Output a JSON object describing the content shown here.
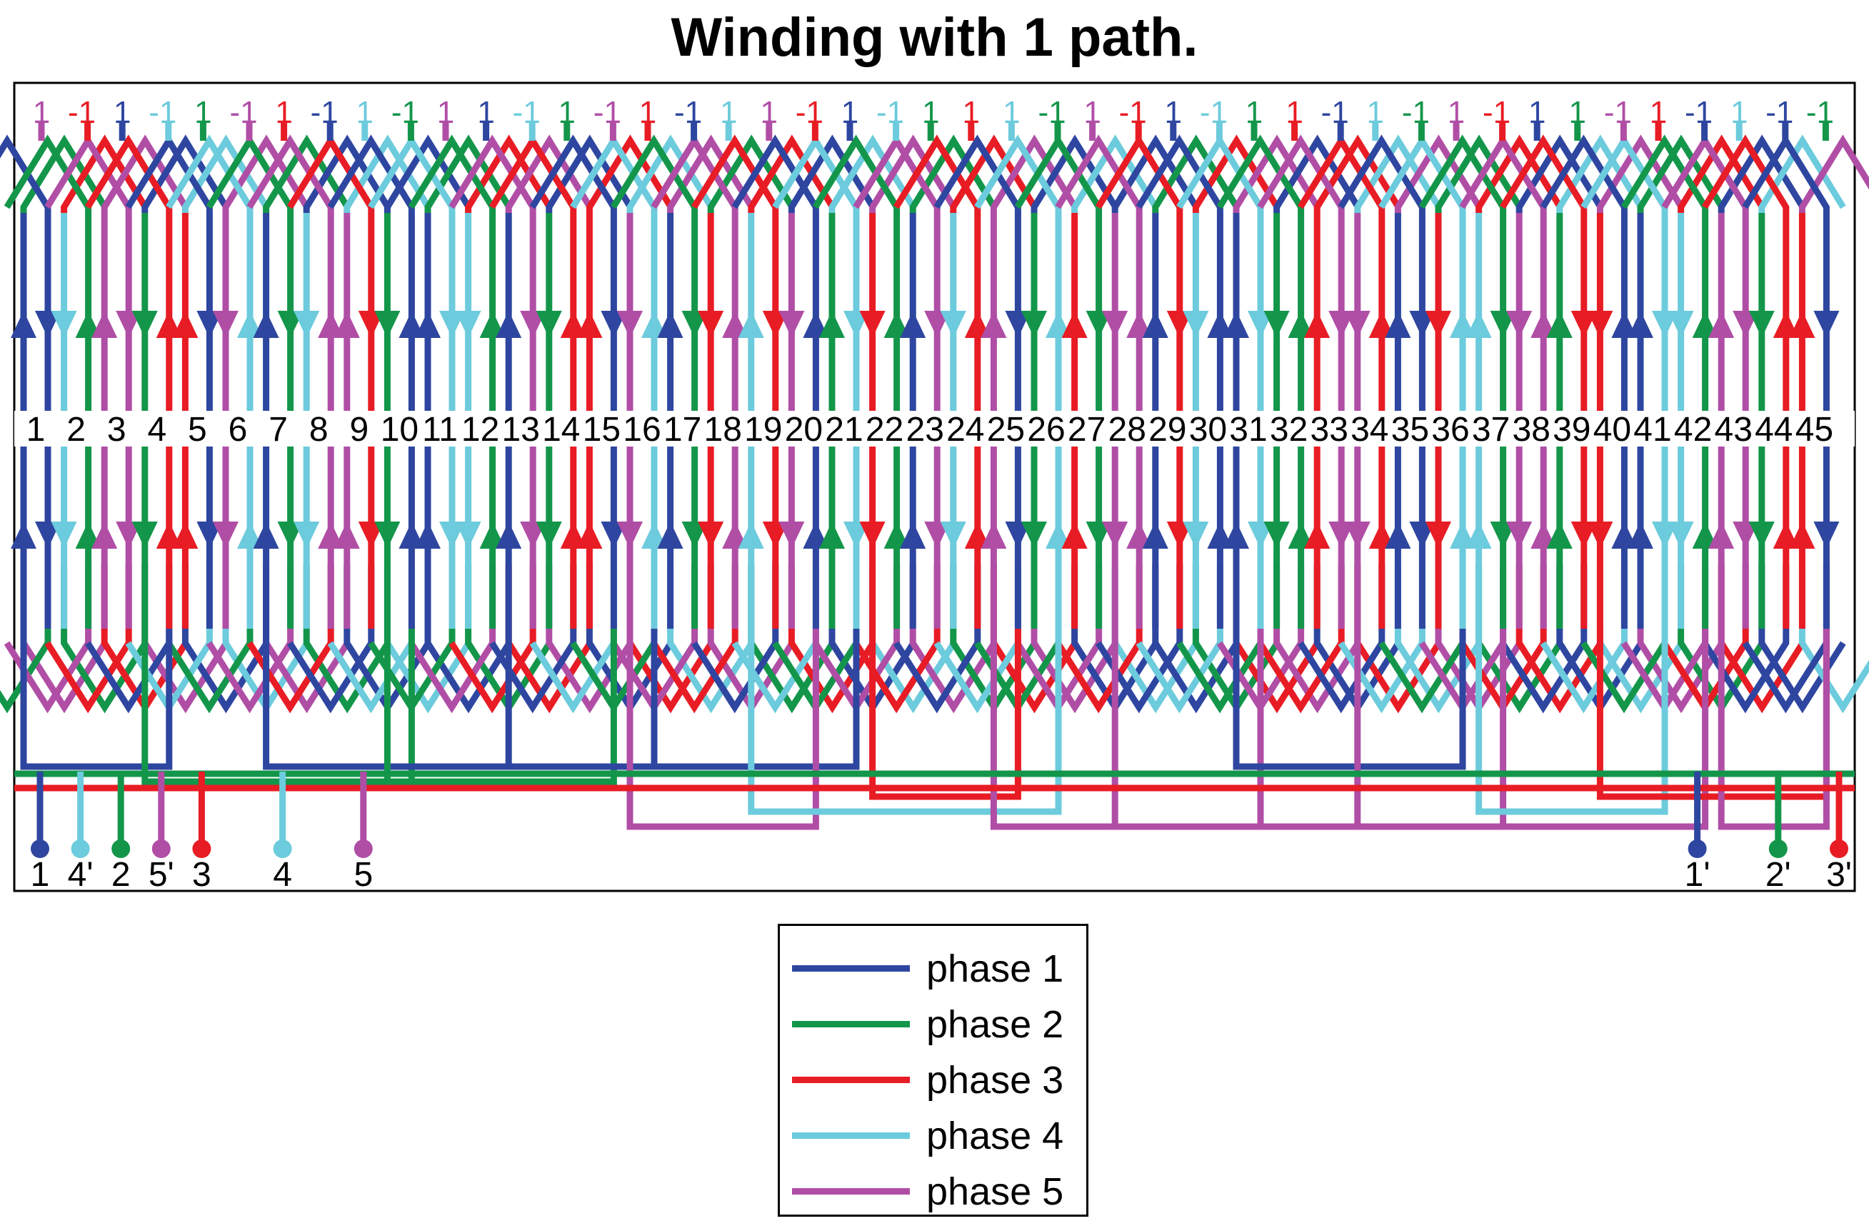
{
  "title": "Winding with 1 path.",
  "colors": {
    "phase_1": "#2e46a0",
    "phase_2": "#13964a",
    "phase_3": "#e81c24",
    "phase_4": "#6ccbdc",
    "phase_5": "#b04ea6"
  },
  "slot_count": 45,
  "slot_labels": [
    "1",
    "2",
    "3",
    "4",
    "5",
    "6",
    "7",
    "8",
    "9",
    "10",
    "11",
    "12",
    "13",
    "14",
    "15",
    "16",
    "17",
    "18",
    "19",
    "20",
    "21",
    "22",
    "23",
    "24",
    "25",
    "26",
    "27",
    "28",
    "29",
    "30",
    "31",
    "32",
    "33",
    "34",
    "35",
    "36",
    "37",
    "38",
    "39",
    "40",
    "41",
    "42",
    "43",
    "44",
    "45"
  ],
  "slot_phases": [
    1,
    4,
    5,
    2,
    3,
    5,
    1,
    4,
    5,
    2,
    1,
    4,
    1,
    2,
    3,
    5,
    1,
    3,
    4,
    5,
    2,
    3,
    1,
    4,
    5,
    2,
    3,
    5,
    1,
    4,
    1,
    2,
    3,
    5,
    1,
    3,
    4,
    5,
    2,
    3,
    1,
    4,
    5,
    2,
    3
  ],
  "top_layer_phase": [
    1,
    2,
    5,
    3,
    1,
    4,
    2,
    5,
    3,
    1,
    4,
    2,
    5,
    3,
    1,
    4,
    2,
    5,
    3,
    1,
    4,
    2,
    5,
    3,
    1,
    4,
    2,
    5,
    3,
    1,
    4,
    2,
    5,
    3,
    1,
    4,
    2,
    5,
    3,
    1,
    4,
    2,
    5,
    3,
    1
  ],
  "top_labels": [
    {
      "text": "1",
      "phase": 5
    },
    {
      "text": "-1",
      "phase": 3
    },
    {
      "text": "1",
      "phase": 1
    },
    {
      "text": "-1",
      "phase": 4
    },
    {
      "text": "1",
      "phase": 2
    },
    {
      "text": "-1",
      "phase": 5
    },
    {
      "text": "1",
      "phase": 3
    },
    {
      "text": "-1",
      "phase": 1
    },
    {
      "text": "1",
      "phase": 4
    },
    {
      "text": "-1",
      "phase": 2
    },
    {
      "text": "1",
      "phase": 5
    },
    {
      "text": "1",
      "phase": 1
    },
    {
      "text": "-1",
      "phase": 4
    },
    {
      "text": "1",
      "phase": 2
    },
    {
      "text": "-1",
      "phase": 5
    },
    {
      "text": "1",
      "phase": 3
    },
    {
      "text": "-1",
      "phase": 1
    },
    {
      "text": "1",
      "phase": 4
    },
    {
      "text": "1",
      "phase": 5
    },
    {
      "text": "-1",
      "phase": 3
    },
    {
      "text": "1",
      "phase": 1
    },
    {
      "text": "-1",
      "phase": 4
    },
    {
      "text": "1",
      "phase": 2
    },
    {
      "text": "1",
      "phase": 3
    },
    {
      "text": "1",
      "phase": 4
    },
    {
      "text": "-1",
      "phase": 2
    },
    {
      "text": "1",
      "phase": 5
    },
    {
      "text": "-1",
      "phase": 3
    },
    {
      "text": "1",
      "phase": 1
    },
    {
      "text": "-1",
      "phase": 4
    },
    {
      "text": "1",
      "phase": 2
    },
    {
      "text": "1",
      "phase": 3
    },
    {
      "text": "-1",
      "phase": 1
    },
    {
      "text": "1",
      "phase": 4
    },
    {
      "text": "-1",
      "phase": 2
    },
    {
      "text": "1",
      "phase": 5
    },
    {
      "text": "-1",
      "phase": 3
    },
    {
      "text": "1",
      "phase": 1
    },
    {
      "text": "1",
      "phase": 2
    },
    {
      "text": "-1",
      "phase": 5
    },
    {
      "text": "1",
      "phase": 3
    },
    {
      "text": "-1",
      "phase": 1
    },
    {
      "text": "1",
      "phase": 4
    },
    {
      "text": "-1",
      "phase": 1
    },
    {
      "text": "-1",
      "phase": 2
    }
  ],
  "terminals": [
    {
      "label": "1",
      "phase": 1,
      "slot": 1
    },
    {
      "label": "4'",
      "phase": 4,
      "slot": 2
    },
    {
      "label": "2",
      "phase": 2,
      "slot": 3
    },
    {
      "label": "5'",
      "phase": 5,
      "slot": 4
    },
    {
      "label": "3",
      "phase": 3,
      "slot": 5
    },
    {
      "label": "4",
      "phase": 4,
      "slot": 7
    },
    {
      "label": "5",
      "phase": 5,
      "slot": 9
    },
    {
      "label": "1'",
      "phase": 1,
      "slot": 42
    },
    {
      "label": "2'",
      "phase": 2,
      "slot": 44
    },
    {
      "label": "3'",
      "phase": 3,
      "slot": 46
    }
  ],
  "legend": [
    {
      "label": "phase 1",
      "color": "#2e46a0"
    },
    {
      "label": "phase 2",
      "color": "#13964a"
    },
    {
      "label": "phase 3",
      "color": "#e81c24"
    },
    {
      "label": "phase 4",
      "color": "#6ccbdc"
    },
    {
      "label": "phase 5",
      "color": "#b04ea6"
    }
  ]
}
